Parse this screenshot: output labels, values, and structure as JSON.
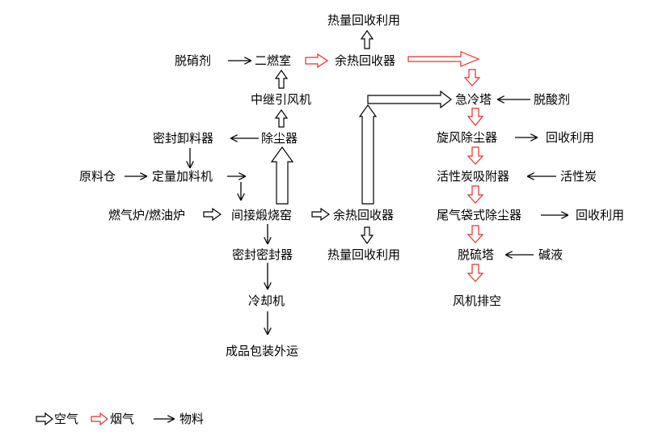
{
  "nodes": {
    "heat_recovery_top": "热量回收利用",
    "denitration_agent": "脱硝剂",
    "secondary_combustion": "二燃室",
    "waste_heat_boiler_top": "余热回收器",
    "booster_fan": "中继引风机",
    "seal_unloader": "密封卸料器",
    "dust_remover": "除尘器",
    "raw_material_silo": "原料仓",
    "dosing_feeder": "定量加料机",
    "gas_oil_furnace": "燃气炉/燃油炉",
    "indirect_kiln": "间接煅烧窑",
    "waste_heat_boiler_mid": "余热回收器",
    "heat_recovery_mid": "热量回收利用",
    "seal_closure": "密封密封器",
    "cooler": "冷却机",
    "packing_shipping": "成品包装外运",
    "quench_tower": "急冷塔",
    "deacid_agent": "脱酸剂",
    "cyclone_collector": "旋风除尘器",
    "recycle_1": "回收利用",
    "carbon_adsorber": "活性炭吸附器",
    "activated_carbon": "活性炭",
    "bag_filter": "尾气袋式除尘器",
    "recycle_2": "回收利用",
    "desulfurization_tower": "脱硫塔",
    "alkali_liquor": "碱液",
    "fan_exhaust": "风机排空"
  },
  "legend": {
    "air": "空气",
    "flue_gas": "烟气",
    "material": "物料"
  },
  "colors": {
    "material_arrow": "#000000",
    "air_arrow": "#000000",
    "flue_gas_arrow": "#e0302a",
    "background": "#ffffff"
  }
}
